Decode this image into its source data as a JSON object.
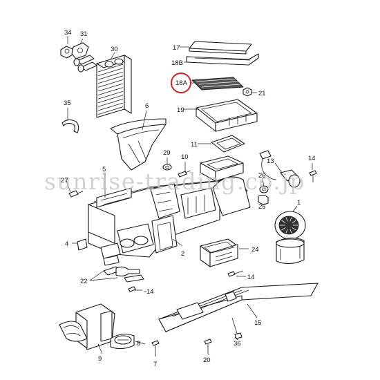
{
  "labels": {
    "p34": "34",
    "p31": "31",
    "p30": "30",
    "p17": "17",
    "p18b": "18B",
    "p18a": "18A",
    "p21": "21",
    "p35": "35",
    "p6": "6",
    "p19": "19",
    "p11": "11",
    "p29": "29",
    "p10": "10",
    "p13": "13",
    "p14a": "14",
    "p5": "5",
    "p27": "27",
    "p26": "26",
    "p25": "25",
    "p1": "1",
    "p4": "4",
    "p2": "2",
    "p24": "24",
    "p22": "22",
    "p14b": "14",
    "p14c": "14",
    "p15": "15",
    "p36": "36",
    "p9": "9",
    "p8": "8",
    "p20": "20",
    "p7": "7"
  },
  "watermark": "sunrise-trading.co.jp",
  "colors": {
    "highlight": "#d21f26",
    "line": "#1a1a1a",
    "watermark": "#c4c4c4"
  }
}
